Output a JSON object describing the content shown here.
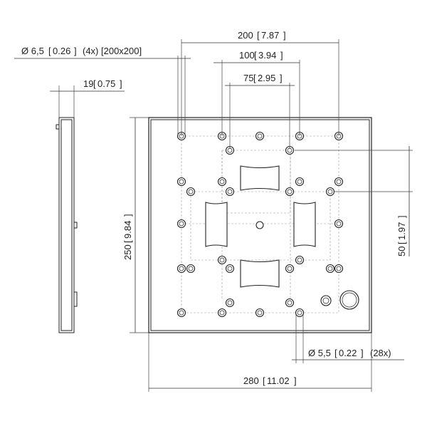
{
  "labels": {
    "top_width": "200",
    "top_width_in": "7.87",
    "hole_spec": "Ø 6,5",
    "hole_spec_in": "0.26",
    "hole_spec_count": "(4x) [200x200]",
    "mid_width": "100",
    "mid_width_in": "3.94",
    "inner_width": "75",
    "inner_width_in": "2.95",
    "thickness": "19",
    "thickness_in": "0.75",
    "height": "250",
    "height_in": "9.84",
    "right_height": "50",
    "right_height_in": "1.97",
    "small_hole_spec": "Ø 5,5",
    "small_hole_spec_in": "0.22",
    "small_hole_count": "(28x)",
    "bottom_width": "280",
    "bottom_width_in": "11.02"
  }
}
